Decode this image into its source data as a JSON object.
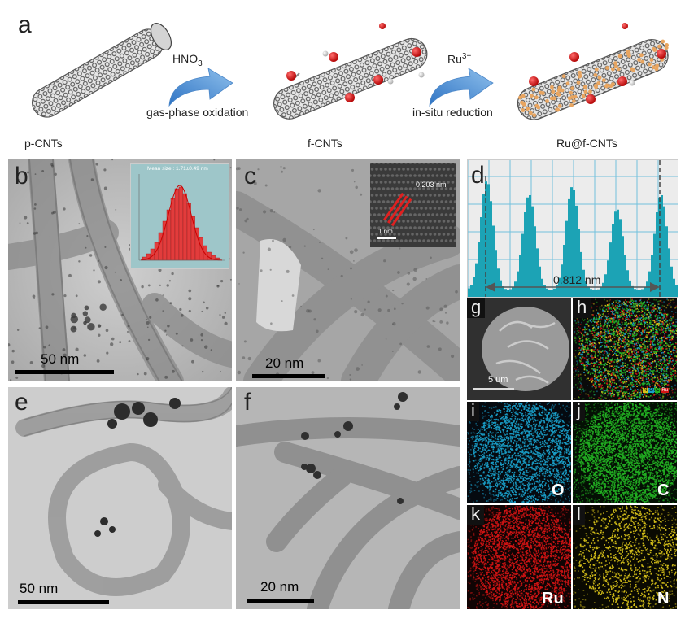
{
  "panel_a": {
    "label": "a",
    "step1": {
      "reagent": "HNO",
      "reagent_sub": "3",
      "process": "gas-phase oxidation"
    },
    "step2": {
      "reagent": "Ru",
      "reagent_sup": "3+",
      "process": "in-situ reduction"
    },
    "captions": [
      "p-CNTs",
      "f-CNTs",
      "Ru@f-CNTs"
    ]
  },
  "panel_b": {
    "label": "b",
    "scale": "50 nm",
    "inset_title": "Mean size : 1.71±0.49 nm"
  },
  "panel_c": {
    "label": "c",
    "scale": "20 nm",
    "inset_spacing": "0.203 nm",
    "inset_scale": "1 nm"
  },
  "panel_d": {
    "label": "d",
    "measure": "0.812 nm"
  },
  "panel_e": {
    "label": "e",
    "scale": "50 nm"
  },
  "panel_f": {
    "label": "f",
    "scale": "20 nm"
  },
  "panel_g": {
    "label": "g",
    "scale": "5 um"
  },
  "panel_h": {
    "label": "h",
    "legend": [
      "N",
      "O",
      "C",
      "Ru"
    ]
  },
  "panel_i": {
    "label": "i",
    "element": "O"
  },
  "panel_j": {
    "label": "j",
    "element": "C"
  },
  "panel_k": {
    "label": "k",
    "element": "Ru"
  },
  "panel_l": {
    "label": "l",
    "element": "N"
  },
  "colors": {
    "arrow": "#5b9bd5",
    "profile": "#1ca3b5",
    "oxygen": "#d01515",
    "ruthenium": "#e8a560",
    "map_o": "#1a9ec9",
    "map_c": "#22b022",
    "map_ru": "#d21414",
    "map_n": "#d8c21a"
  }
}
